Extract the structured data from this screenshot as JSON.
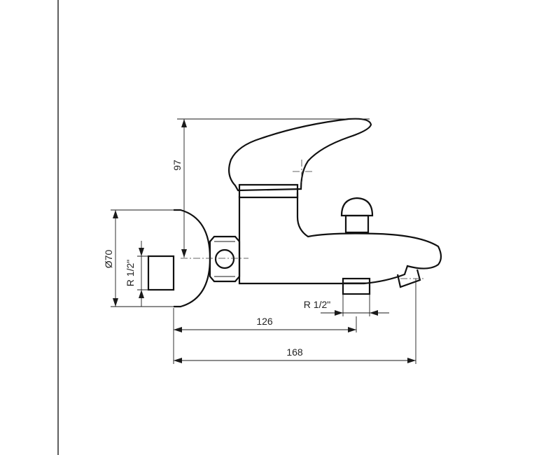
{
  "dimensions": {
    "height_top": "97",
    "diameter": "Ø70",
    "thread_wall": "R 1/2\"",
    "thread_outlet": "R 1/2\"",
    "width_inlet": "126",
    "width_total": "168"
  },
  "colors": {
    "line": "#1a1a1a",
    "background": "#ffffff"
  }
}
